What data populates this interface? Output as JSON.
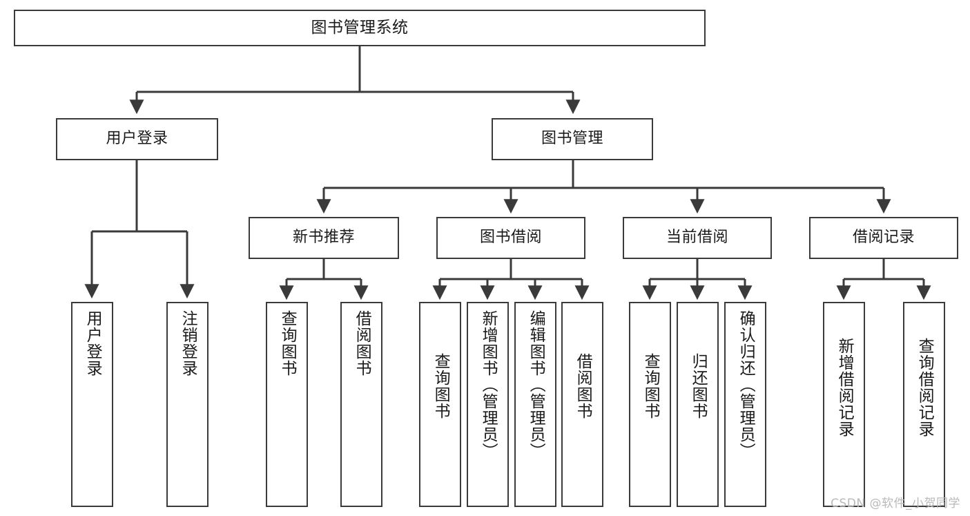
{
  "diagram": {
    "type": "tree-hierarchy",
    "title": "图书管理系统",
    "watermark": "CSDN @软件_小贺同学",
    "colors": {
      "box_border": "#3a3a3a",
      "box_fill": "#ffffff",
      "connector": "#3a3a3a",
      "text": "#1a1a1a",
      "watermark": "#b9b9b9"
    },
    "root": {
      "label": "图书管理系统"
    },
    "level2": [
      {
        "label": "用户登录"
      },
      {
        "label": "图书管理"
      }
    ],
    "level3": [
      {
        "label": "新书推荐"
      },
      {
        "label": "图书借阅"
      },
      {
        "label": "当前借阅"
      },
      {
        "label": "借阅记录"
      }
    ],
    "leaves": {
      "user_login": [
        {
          "label": "用户登录"
        },
        {
          "label": "注销登录"
        }
      ],
      "new_book_recommend": [
        {
          "label": "查询图书"
        },
        {
          "label": "借阅图书"
        }
      ],
      "book_borrow": [
        {
          "label": "查询图书"
        },
        {
          "label": "新增图书（管理员）"
        },
        {
          "label": "编辑图书（管理员）"
        },
        {
          "label": "借阅图书"
        }
      ],
      "current_borrow": [
        {
          "label": "查询图书"
        },
        {
          "label": "归还图书"
        },
        {
          "label": "确认归还（管理员）"
        }
      ],
      "borrow_record": [
        {
          "label": "新增借阅记录"
        },
        {
          "label": "查询借阅记录"
        }
      ]
    }
  }
}
